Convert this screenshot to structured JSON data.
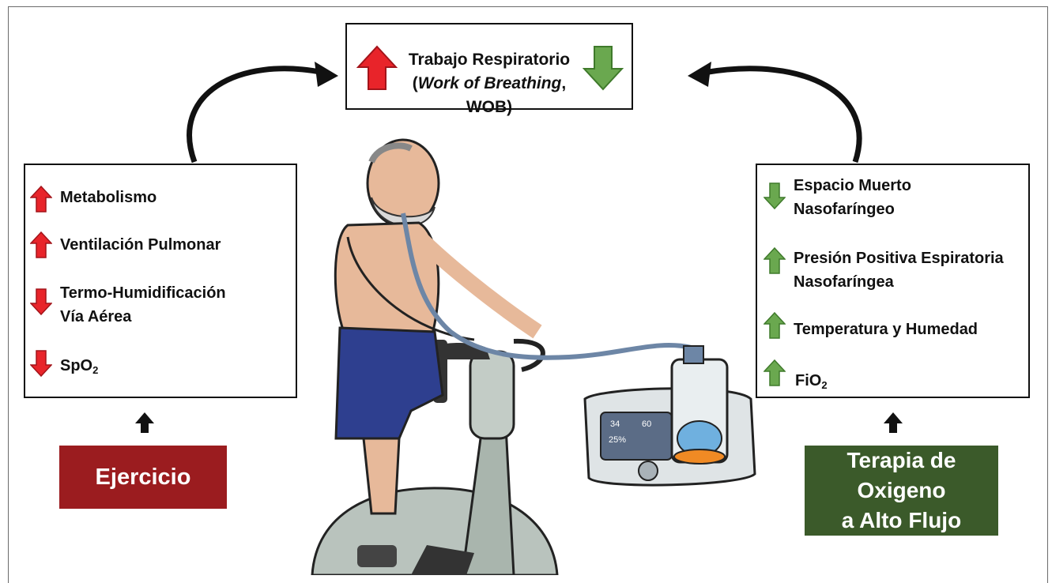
{
  "title": {
    "line1": "Trabajo Respiratorio",
    "line2_open": "(",
    "line2_italic": "Work of Breathing",
    "line2_rest": ", WOB)"
  },
  "left_box": {
    "items": [
      {
        "label": "Metabolismo",
        "direction": "up"
      },
      {
        "label": "Ventilación Pulmonar",
        "direction": "up"
      },
      {
        "label": "Termo-Humidificación",
        "label2": "Vía Aérea",
        "direction": "down"
      },
      {
        "label": "SpO",
        "sub": "2",
        "direction": "down"
      }
    ]
  },
  "right_box": {
    "items": [
      {
        "label": "Espacio Muerto",
        "label2": "Nasofaríngeo",
        "direction": "down"
      },
      {
        "label": "Presión Positiva Espiratoria",
        "label2": "Nasofaríngea",
        "direction": "up"
      },
      {
        "label": "Temperatura y Humedad",
        "direction": "up"
      },
      {
        "label": "FiO",
        "sub": "2",
        "direction": "up"
      }
    ]
  },
  "labels": {
    "ejercicio": "Ejercicio",
    "terapia_line1": "Terapia de",
    "terapia_line2": "Oxigeno",
    "terapia_line3": "a Alto Flujo"
  },
  "device_screen": {
    "v1": "34",
    "v2": "60",
    "v3": "25%"
  },
  "colors": {
    "up_arrow": "#e8242a",
    "down_arrow_title": "#6aa84f",
    "left_arrows": "#e8242a",
    "right_arrows": "#6aa84f",
    "ejercicio_bg": "#9b1c1f",
    "terapia_bg": "#3b5a2a"
  }
}
